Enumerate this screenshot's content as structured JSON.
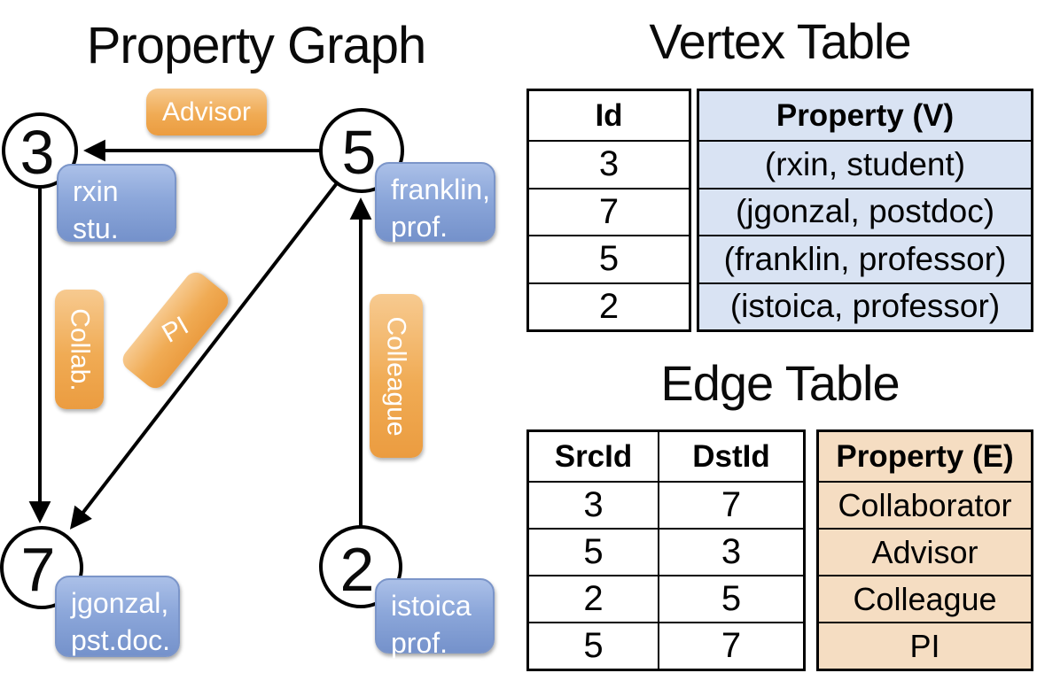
{
  "titles": {
    "graph": "Property Graph",
    "vertex_table": "Vertex Table",
    "edge_table": "Edge Table"
  },
  "graph": {
    "nodes": [
      {
        "id": "3",
        "property_lines": [
          "rxin",
          "stu."
        ]
      },
      {
        "id": "5",
        "property_lines": [
          "franklin,",
          "prof."
        ]
      },
      {
        "id": "7",
        "property_lines": [
          "jgonzal,",
          "pst.doc."
        ]
      },
      {
        "id": "2",
        "property_lines": [
          "istoica",
          "prof."
        ]
      }
    ],
    "edges": [
      {
        "src": "5",
        "dst": "3",
        "label": "Advisor"
      },
      {
        "src": "3",
        "dst": "7",
        "label": "Collab."
      },
      {
        "src": "5",
        "dst": "7",
        "label": "PI"
      },
      {
        "src": "2",
        "dst": "5",
        "label": "Colleague"
      }
    ]
  },
  "vertex_table": {
    "headers": {
      "id": "Id",
      "property": "Property (V)"
    },
    "rows": [
      {
        "id": "3",
        "property": "(rxin, student)"
      },
      {
        "id": "7",
        "property": "(jgonzal, postdoc)"
      },
      {
        "id": "5",
        "property": "(franklin, professor)"
      },
      {
        "id": "2",
        "property": "(istoica, professor)"
      }
    ]
  },
  "edge_table": {
    "headers": {
      "src": "SrcId",
      "dst": "DstId",
      "property": "Property (E)"
    },
    "rows": [
      {
        "src": "3",
        "dst": "7",
        "property": "Collaborator"
      },
      {
        "src": "5",
        "dst": "3",
        "property": "Advisor"
      },
      {
        "src": "2",
        "dst": "5",
        "property": "Colleague"
      },
      {
        "src": "5",
        "dst": "7",
        "property": "PI"
      }
    ]
  },
  "colors": {
    "edge_label_fill": "#F0AB54",
    "vertex_label_fill": "#8CA7DA",
    "vertex_table_property_bg": "#D9E3F3",
    "edge_table_property_bg": "#F5DDC2",
    "line_color": "#000000"
  }
}
